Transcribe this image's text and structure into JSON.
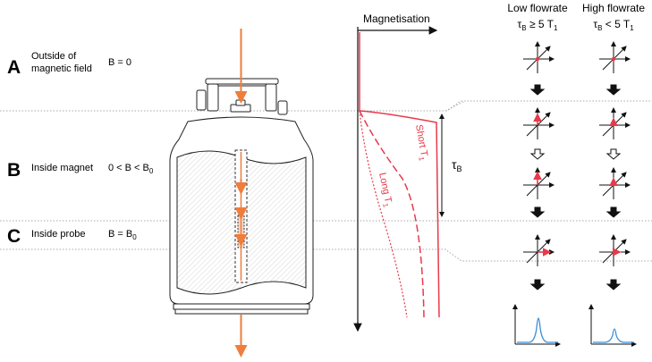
{
  "stages": [
    {
      "letter": "A",
      "name_line1": "Outside of",
      "name_line2": "magnetic field",
      "field": "B = 0"
    },
    {
      "letter": "B",
      "name_line1": "Inside magnet",
      "field_pre": "0 < B < B",
      "field_sub": "0"
    },
    {
      "letter": "C",
      "name_line1": "Inside probe",
      "field_pre": "B = B",
      "field_sub": "0"
    }
  ],
  "magnetisation_axis_label": "Magnetisation",
  "curve_labels": {
    "short_main": "Short T",
    "short_sub": "1",
    "long_main": "Long T",
    "long_sub": "1"
  },
  "tau_b": {
    "main": "τ",
    "sub": "B"
  },
  "columns": [
    {
      "title": "Low flowrate",
      "cond_pre": "τ",
      "cond_sub": "B",
      "cond_post": " ≥ 5 T",
      "cond_sub2": "1"
    },
    {
      "title": "High flowrate",
      "cond_pre": "τ",
      "cond_sub": "B",
      "cond_post": " < 5 T",
      "cond_sub2": "1"
    }
  ],
  "colors": {
    "flow_arrow": "#ef7d3c",
    "magnetisation": "#e8394a",
    "spectrum": "#3a8fd6",
    "stage_lines": "#a9a9a9",
    "hatch": "#b8b8b8"
  },
  "icons": [
    "arrow-down-icon",
    "hollow-arrow-down-icon",
    "magnet-icon",
    "axes-icon",
    "spectrum-icon"
  ]
}
